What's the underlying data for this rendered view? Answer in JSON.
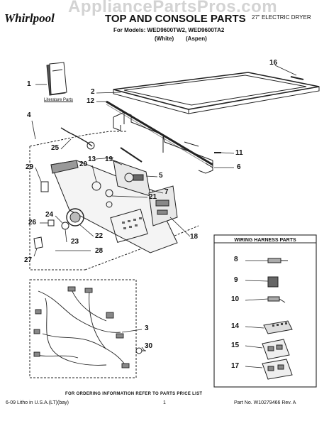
{
  "watermark": "AppliancePartsPros.com",
  "header": {
    "brand": "Whirlpool",
    "title": "TOP AND CONSOLE PARTS",
    "subtitle": "27\" ELECTRIC DRYER",
    "models": "For Models: WED9600TW2, WED9600TA2",
    "color_white": "(White)",
    "color_aspen": "(Aspen)"
  },
  "labels": {
    "literature": "Literature Parts",
    "wiring_harness": "WIRING HARNESS PARTS"
  },
  "part_numbers": [
    "1",
    "2",
    "12",
    "4",
    "25",
    "13",
    "19",
    "5",
    "20",
    "21",
    "7",
    "29",
    "11",
    "6",
    "18",
    "24",
    "26",
    "22",
    "23",
    "28",
    "27",
    "16",
    "8",
    "9",
    "10",
    "14",
    "15",
    "17",
    "3",
    "30"
  ],
  "footer": {
    "ordering_info": "FOR ORDERING INFORMATION REFER TO PARTS PRICE LIST",
    "litho": "6-09 Litho in U.S.A.(LT)(bay)",
    "page": "1",
    "part_no": "Part No. W10279466 Rev. A"
  }
}
